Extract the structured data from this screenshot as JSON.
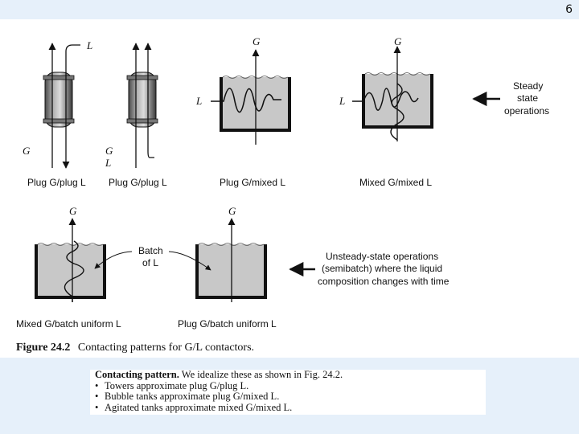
{
  "slide": {
    "number": "6"
  },
  "figure": {
    "labels": {
      "L": "L",
      "G": "G",
      "steady": [
        "Steady",
        "state",
        "operations"
      ],
      "batch": [
        "Batch",
        "of L"
      ],
      "unsteady": [
        "Unsteady-state operations",
        "(semibatch) where the liquid",
        "composition changes with time"
      ]
    },
    "captions": {
      "plug_plug_1": "Plug G/plug L",
      "plug_plug_2": "Plug G/plug L",
      "plug_mixed": "Plug G/mixed L",
      "mixed_mixed": "Mixed G/mixed L",
      "mixed_batch": "Mixed G/batch uniform L",
      "plug_batch": "Plug G/batch uniform L"
    },
    "figure_title_bold": "Figure 24.2",
    "figure_title_text": "Contacting patterns for G/L contactors."
  },
  "notes": {
    "heading": "Contacting pattern.",
    "intro": "We idealize these as shown in Fig. 24.2.",
    "bullets": [
      "Towers approximate plug G/plug L.",
      "Bubble tanks approximate plug G/mixed L.",
      "Agitated tanks approximate mixed G/mixed L."
    ]
  },
  "colors": {
    "liquid": "#c8c8c8",
    "ink": "#111111",
    "background": "#e6f0fa"
  }
}
